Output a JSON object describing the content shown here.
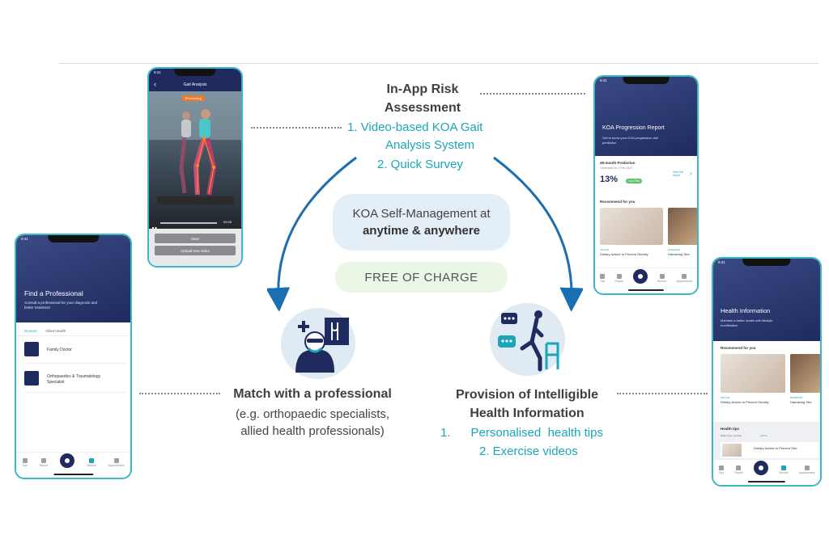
{
  "phone_gait": {
    "time": "9:41",
    "back": "‹",
    "title": "Gait Analysis",
    "badge": "Processing",
    "video_time": "00:28",
    "save_button": "Save",
    "upload_button": "Upload new video"
  },
  "phone_professional": {
    "time": "9:41",
    "title": "Find a Professional",
    "subtitle": "Consult a professional for your diagnosis and better treatment",
    "tabs": [
      "Doctors",
      "Allied Health"
    ],
    "items": [
      "Family Doctor",
      "Orthopaedics & Traumatology Specialist"
    ]
  },
  "phone_report": {
    "time": "9:41",
    "title": "KOA Progression Report",
    "subtitle": "Get to know your KOA progression risk prediction",
    "prediction_label": "48-month Prediction",
    "prediction_date": "Generated on 1 Feb 2022",
    "prediction_value": "13%",
    "prediction_tag": "Low Risk",
    "view_link": "View full report",
    "recommend_heading": "Recommend for you",
    "cards": [
      {
        "category": "ADVICE",
        "title": "Dietary Advice to Prevent Obesity"
      },
      {
        "category": "EXERCISE",
        "title": "Hamstring Stre"
      }
    ]
  },
  "phone_health": {
    "time": "9:41",
    "title": "Health Information",
    "subtitle": "Maintain a better health with lifestyle modification",
    "recommend_heading": "Recommend for you",
    "cards": [
      {
        "category": "ADVICE",
        "title": "Dietary Advice to Prevent Obesity"
      },
      {
        "category": "EXERCISE",
        "title": "Hamstring Stre"
      }
    ],
    "tips_heading": "Health tips",
    "tips_tabs": [
      "Daily knee exercise",
      "Advice"
    ],
    "tip_item": "Dietary Advice to Prevent Obe"
  },
  "tabbar": [
    "Tips",
    "Report",
    "",
    "Service",
    "Appointment"
  ],
  "diagram": {
    "risk_title_1": "In-App Risk",
    "risk_title_2": "Assessment",
    "risk_item_1a": "1.  Video-based KOA Gait",
    "risk_item_1b": "Analysis System",
    "risk_item_2": "2. Quick Survey",
    "center_line_1": "KOA Self-Management at",
    "center_line_2": "anytime & anywhere",
    "free_label": "FREE OF CHARGE",
    "match_title": "Match with a professional",
    "match_sub_1": "(e.g. orthopaedic specialists,",
    "match_sub_2": "allied health professionals)",
    "info_title_1": "Provision of Intelligible",
    "info_title_2": "Health Information",
    "info_item_1": "1.      Personalised  health tips",
    "info_item_2": "2. Exercise videos"
  },
  "colors": {
    "teal": "#1aa6b8",
    "navy": "#1f2b5e",
    "arrow": "#1b6fb0",
    "phone_border": "#3ab8c8"
  }
}
